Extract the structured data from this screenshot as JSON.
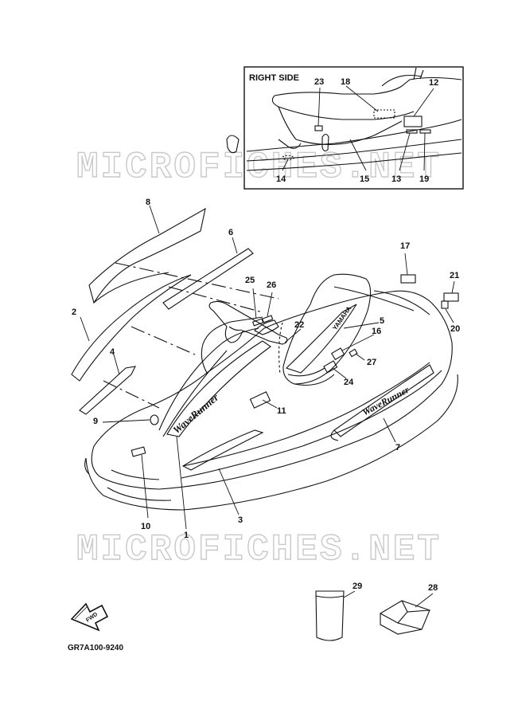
{
  "inset": {
    "title": "RIGHT SIDE"
  },
  "watermark": {
    "text": "MICROFICHES.NET"
  },
  "hull_text": {
    "left_logo": "WaveRunner",
    "right_logo": "WaveRunner",
    "seat_badge": "YAMAHA"
  },
  "fwd_label": "FWD",
  "doc_code": "GR7A100-9240",
  "callouts": [
    "1",
    "2",
    "3",
    "4",
    "5",
    "6",
    "7",
    "8",
    "9",
    "10",
    "11",
    "12",
    "13",
    "14",
    "15",
    "16",
    "17",
    "18",
    "19",
    "20",
    "21",
    "22",
    "23",
    "24",
    "25",
    "26",
    "27",
    "28",
    "29"
  ]
}
